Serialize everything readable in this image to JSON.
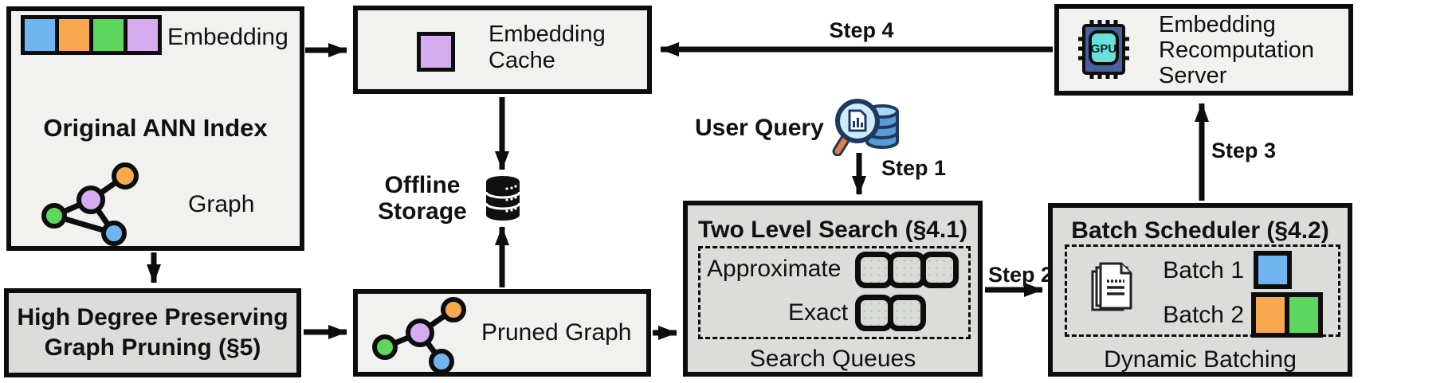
{
  "figure": {
    "description_labels_only": "system architecture diagram"
  },
  "colors": {
    "blue": "#6FB5F2",
    "orange": "#F8A950",
    "green": "#5CD65C",
    "purple": "#D5ACF0",
    "box_light": "#F1F2F0",
    "box_dark": "#DCDDDB",
    "queue_fill": "#D9DCD6",
    "chip_body": "#46629E",
    "chip_core": "#68E1D9",
    "db_blue": "#5B9BD5",
    "db_light": "#A9D7F2",
    "navy": "#1D3A5F",
    "handle_orange": "#E87D3C"
  },
  "ann_index": {
    "title": "Original ANN Index",
    "embedding_label": "Embedding",
    "graph_label": "Graph",
    "embedding_colors": [
      "blue",
      "orange",
      "green",
      "purple"
    ]
  },
  "embedding_cache": {
    "label": "Embedding\nCache"
  },
  "offline_storage": {
    "label": "Offline\nStorage"
  },
  "high_degree": {
    "title": "High Degree Preserving\nGraph Pruning (§5)"
  },
  "pruned_graph": {
    "label": "Pruned Graph"
  },
  "user_query": {
    "label": "User Query"
  },
  "steps": {
    "step1": "Step 1",
    "step2": "Step 2",
    "step3": "Step 3",
    "step4": "Step 4"
  },
  "two_level_search": {
    "title": "Two Level Search (§4.1)",
    "row1_label": "Approximate",
    "row1_queue_count": 3,
    "row2_label": "Exact",
    "row2_queue_count": 2,
    "footer": "Search Queues"
  },
  "batch_scheduler": {
    "title": "Batch Scheduler (§4.2)",
    "batch1_label": "Batch 1",
    "batch1_colors": [
      "blue"
    ],
    "batch2_label": "Batch 2",
    "batch2_colors": [
      "orange",
      "green"
    ],
    "footer": "Dynamic Batching"
  },
  "server": {
    "label": "Embedding\nRecomputation\nServer",
    "gpu_label": "GPU"
  },
  "icons": {
    "storage": "database-icon",
    "user_query": "magnifier-database-icon",
    "server": "gpu-chip-icon",
    "batch": "documents-icon",
    "graphs": "node-graph-icon"
  }
}
